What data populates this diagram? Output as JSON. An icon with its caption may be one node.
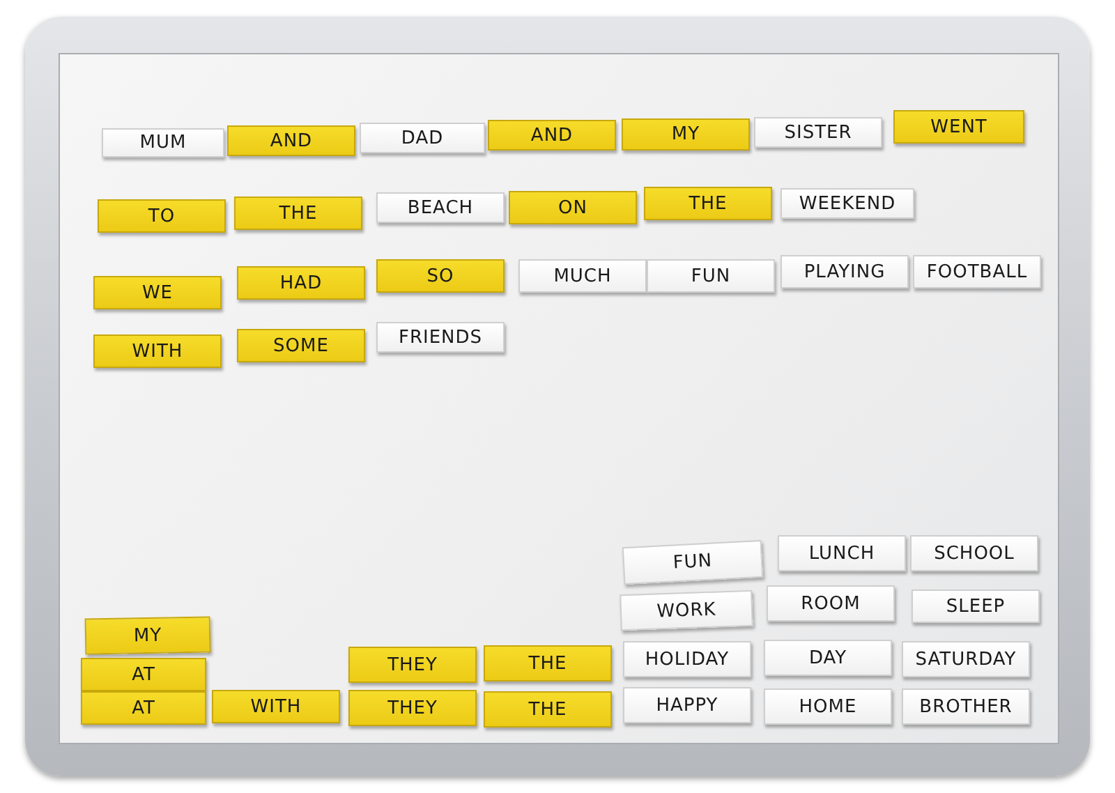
{
  "diagram": {
    "nodes": [
      {
        "text": [
          "MUM"
        ]
      },
      {
        "text": [
          "AND"
        ]
      },
      {
        "text": [
          "DAD"
        ]
      },
      {
        "text": [
          "AND"
        ]
      },
      {
        "text": [
          "MY"
        ]
      },
      {
        "text": [
          "SISTER"
        ]
      },
      {
        "text": [
          "WENT"
        ]
      },
      {
        "text": [
          "TO"
        ]
      },
      {
        "text": [
          "THE"
        ]
      },
      {
        "text": [
          "BEACH"
        ]
      },
      {
        "text": [
          "ON"
        ]
      },
      {
        "text": [
          "THE"
        ]
      },
      {
        "text": [
          "WEEKEND"
        ]
      },
      {
        "text": [
          "WE"
        ]
      },
      {
        "text": [
          "HAD"
        ]
      },
      {
        "text": [
          "SO"
        ]
      },
      {
        "text": [
          "MUCH"
        ]
      },
      {
        "text": [
          "FUN"
        ]
      },
      {
        "text": [
          "PLAYING"
        ]
      },
      {
        "text": [
          "FOOTBALL"
        ]
      },
      {
        "text": [
          "WITH"
        ]
      },
      {
        "text": [
          "SOME"
        ]
      },
      {
        "text": [
          "FRIENDS"
        ]
      },
      {
        "text": [
          "FUN"
        ]
      },
      {
        "text": [
          "LUNCH"
        ]
      },
      {
        "text": [
          "SCHOOL"
        ]
      },
      {
        "text": [
          "WORK"
        ]
      },
      {
        "text": [
          "ROOM"
        ]
      },
      {
        "text": [
          "SLEEP"
        ]
      },
      {
        "text": [
          "MY"
        ]
      },
      {
        "text": [
          "THEY"
        ]
      },
      {
        "text": [
          "THE"
        ]
      },
      {
        "text": [
          "HOLIDAY"
        ]
      },
      {
        "text": [
          "DAY"
        ]
      },
      {
        "text": [
          "SATURDAY"
        ]
      },
      {
        "text": [
          "AT"
        ]
      },
      {
        "text": [
          "AT"
        ]
      },
      {
        "text": [
          "WITH"
        ]
      },
      {
        "text": [
          "THEY"
        ]
      },
      {
        "text": [
          "THE"
        ]
      },
      {
        "text": [
          "HAPPY"
        ]
      },
      {
        "text": [
          "HOME"
        ]
      },
      {
        "text": [
          "BROTHER"
        ]
      }
    ]
  }
}
